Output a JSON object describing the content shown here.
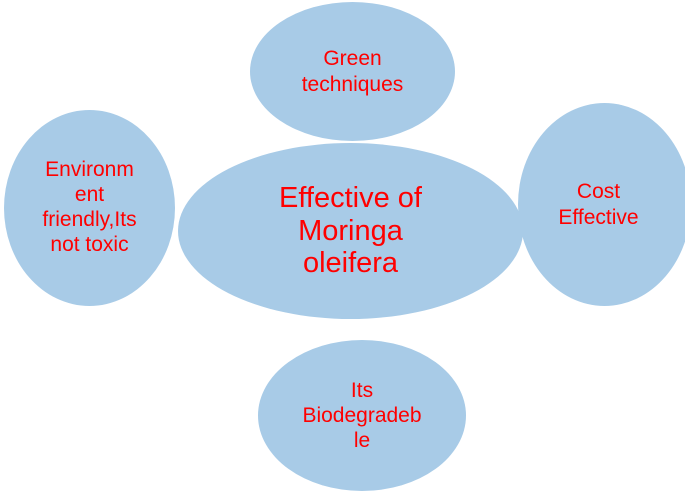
{
  "diagram": {
    "type": "hub-and-spoke-concept-map",
    "background_color": "#ffffff",
    "node_fill_color": "#a8cbe7",
    "node_text_color": "#ff0000",
    "center": {
      "id": "center",
      "label": "Effective of Moringa oleifera",
      "lines": "Effective of\nMoringa\noleifera"
    },
    "satellites": [
      {
        "id": "top",
        "label": "Green techniques",
        "lines": "Green\ntechniques"
      },
      {
        "id": "left",
        "label": "Environment friendly,Its not toxic",
        "lines": "Environm\nent\nfriendly,Its\nnot toxic"
      },
      {
        "id": "right",
        "label": "Cost Effective",
        "lines": "Cost\nEffective"
      },
      {
        "id": "bottom",
        "label": "Its Biodegradeble",
        "lines": "Its\nBiodegradeb\nle"
      }
    ]
  }
}
